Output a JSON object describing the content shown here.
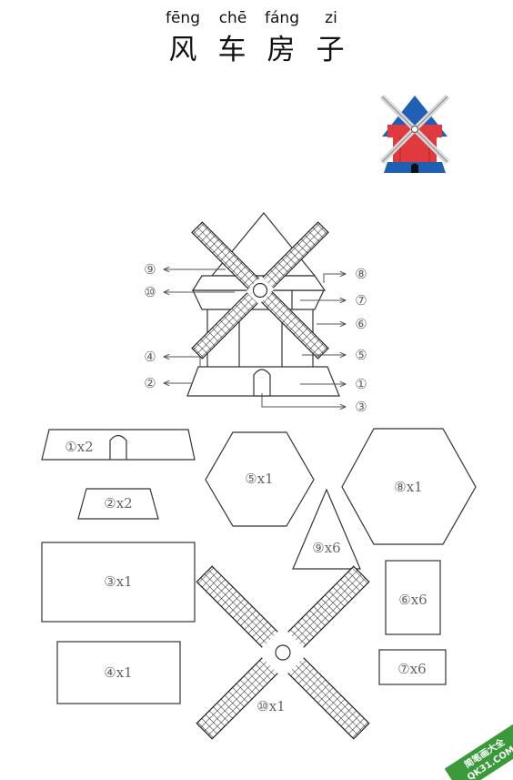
{
  "header": {
    "pinyin": [
      "fēng",
      "chē",
      "fáng",
      "zi"
    ],
    "title": [
      "风",
      "车",
      "房",
      "子"
    ]
  },
  "colors": {
    "preview_red": "#e0393e",
    "preview_blue": "#1f5fb4",
    "preview_dark": "#2a3f8a",
    "watermark_green": "#3a9a3a"
  },
  "icons": [
    "windmill-preview-icon",
    "arrow-icon"
  ],
  "callouts": {
    "c9": "⑨",
    "c10": "⑩",
    "c4": "④",
    "c2": "②",
    "c8": "⑧",
    "c7": "⑦",
    "c6": "⑥",
    "c5": "⑤",
    "c1": "①",
    "c3": "③"
  },
  "pieces": {
    "p1": "①x2",
    "p2": "②x2",
    "p3": "③x1",
    "p4": "④x1",
    "p5": "⑤x1",
    "p6": "⑥x6",
    "p7": "⑦x6",
    "p8": "⑧x1",
    "p9": "⑨x6",
    "p10": "⑩x1"
  },
  "watermark": {
    "line1": "简笔画大全",
    "line2": "QK31.COM"
  }
}
